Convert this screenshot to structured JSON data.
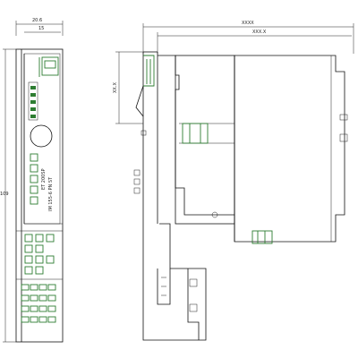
{
  "front_view": {
    "dim_overall_width": "20.6",
    "dim_inner_width": "15",
    "dim_height": "109",
    "label_line_1": "ET 200SP",
    "label_line_2": "IM 155-6 PN ST"
  },
  "side_view": {
    "dim_overall_depth": "XXXX",
    "dim_module_depth": "XXX.X",
    "dim_connector": "XX.X"
  },
  "colors": {
    "line": "#111111",
    "accent_green": "#2e7d32"
  }
}
